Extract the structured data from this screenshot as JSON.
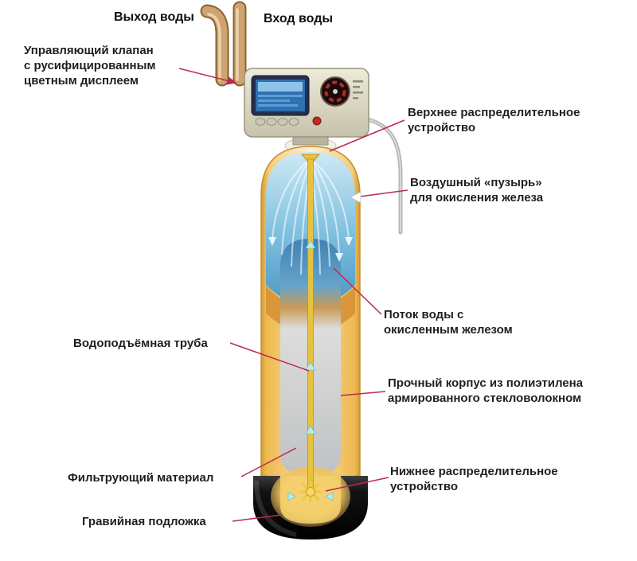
{
  "labels": {
    "water_outlet": "Выход воды",
    "water_inlet": "Вход воды",
    "control_valve": "Управляющий клапан\nс русифицированным\nцветным дисплеем",
    "upper_distributor": "Верхнее распределительное\nустройство",
    "air_bubble": "Воздушный «пузырь»\nдля окисления железа",
    "oxidized_flow": "Поток воды с\nокисленным железом",
    "riser_pipe": "Водоподъёмная труба",
    "tank_body": "Прочный корпус из полиэтилена\nармированного стекловолокном",
    "filter_media": "Фильтрующий  материал",
    "lower_distributor": "Нижнее распределительное\nустройство",
    "gravel_bed": "Гравийная подложка"
  },
  "colors": {
    "leader_line": "#bb2a50",
    "label_text": "#1f1f1f",
    "water": "#7cbede",
    "shell": "#e8b84b",
    "pipe": "#c89b62",
    "base": "#0a0a0a",
    "riser": "#e8c23c",
    "screen": "#2f6fb2"
  }
}
